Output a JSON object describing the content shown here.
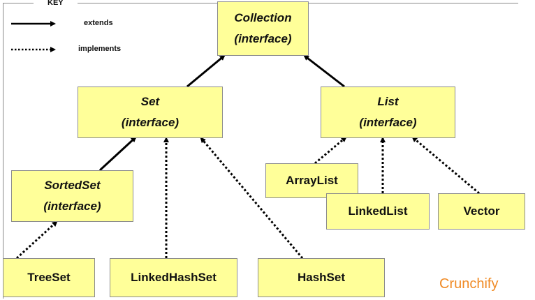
{
  "key": {
    "title": "KEY",
    "extends": "extends",
    "implements": "implements"
  },
  "nodes": {
    "collection": {
      "name": "Collection",
      "kind": "(interface)"
    },
    "set": {
      "name": "Set",
      "kind": "(interface)"
    },
    "list": {
      "name": "List",
      "kind": "(interface)"
    },
    "sortedset": {
      "name": "SortedSet",
      "kind": "(interface)"
    },
    "arraylist": {
      "name": "ArrayList"
    },
    "linkedlist": {
      "name": "LinkedList"
    },
    "vector": {
      "name": "Vector"
    },
    "treeset": {
      "name": "TreeSet"
    },
    "linkedhashset": {
      "name": "LinkedHashSet"
    },
    "hashset": {
      "name": "HashSet"
    }
  },
  "relations": [
    {
      "from": "Set",
      "to": "Collection",
      "type": "extends"
    },
    {
      "from": "List",
      "to": "Collection",
      "type": "extends"
    },
    {
      "from": "SortedSet",
      "to": "Set",
      "type": "extends"
    },
    {
      "from": "LinkedHashSet",
      "to": "Set",
      "type": "implements"
    },
    {
      "from": "HashSet",
      "to": "Set",
      "type": "implements"
    },
    {
      "from": "TreeSet",
      "to": "SortedSet",
      "type": "implements"
    },
    {
      "from": "ArrayList",
      "to": "List",
      "type": "implements"
    },
    {
      "from": "LinkedList",
      "to": "List",
      "type": "implements"
    },
    {
      "from": "Vector",
      "to": "List",
      "type": "implements"
    }
  ],
  "watermark": "Crunchify"
}
